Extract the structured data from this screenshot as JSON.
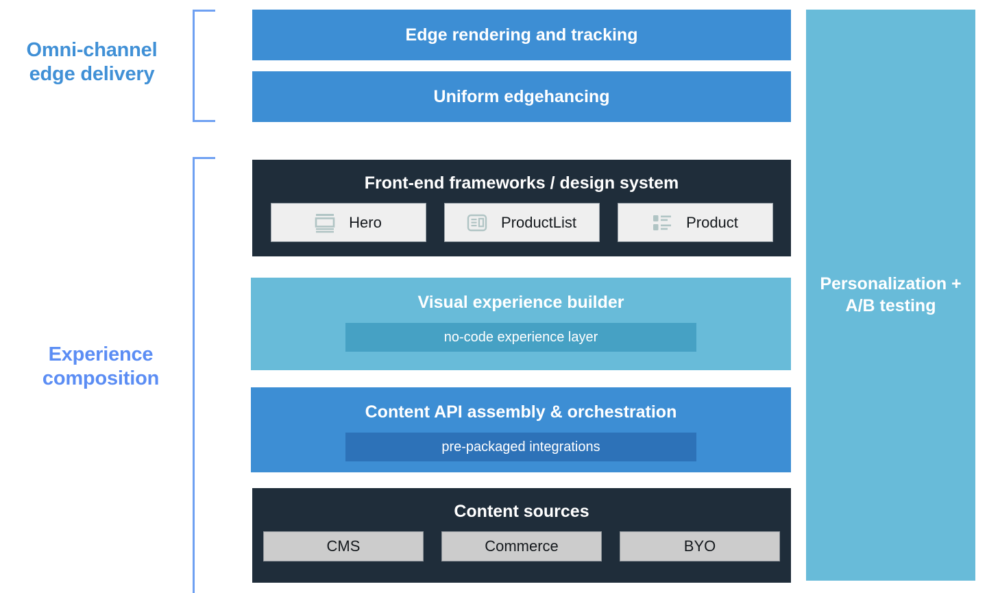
{
  "categories": {
    "omni": "Omni-channel\nedge delivery",
    "experience": "Experience\ncomposition"
  },
  "edge_bars": [
    {
      "label": "Edge rendering and tracking",
      "color": "#3d8ed4"
    },
    {
      "label": "Uniform edgehancing",
      "color": "#3d8ed4"
    }
  ],
  "frameworks": {
    "title": "Front-end frameworks / design system",
    "chips": [
      {
        "label": "Hero",
        "icon": "hero-layout-icon"
      },
      {
        "label": "ProductList",
        "icon": "product-list-icon"
      },
      {
        "label": "Product",
        "icon": "product-detail-icon"
      }
    ]
  },
  "visual_experience_builder": {
    "title": "Visual experience builder",
    "strip": "no-code experience layer",
    "color": "#68bbd9",
    "strip_color": "#46a1c4"
  },
  "content_api": {
    "title": "Content API assembly & orchestration",
    "strip": "pre-packaged integrations",
    "color": "#3d8ed4",
    "strip_color": "#2d72b8"
  },
  "content_sources": {
    "title": "Content sources",
    "sources": [
      "CMS",
      "Commerce",
      "BYO"
    ],
    "color": "#1f2d3a"
  },
  "personalization": {
    "title": "Personalization +\nA/B testing",
    "color": "#68bbd9"
  },
  "theme": {
    "omni_label_color": "#4090d6",
    "experience_label_color": "#5b8df4",
    "bracket_color": "#6ea0f2",
    "dark_panel": "#1f2d3a",
    "chip_bg": "#efefef",
    "source_bg": "#cccccc"
  }
}
